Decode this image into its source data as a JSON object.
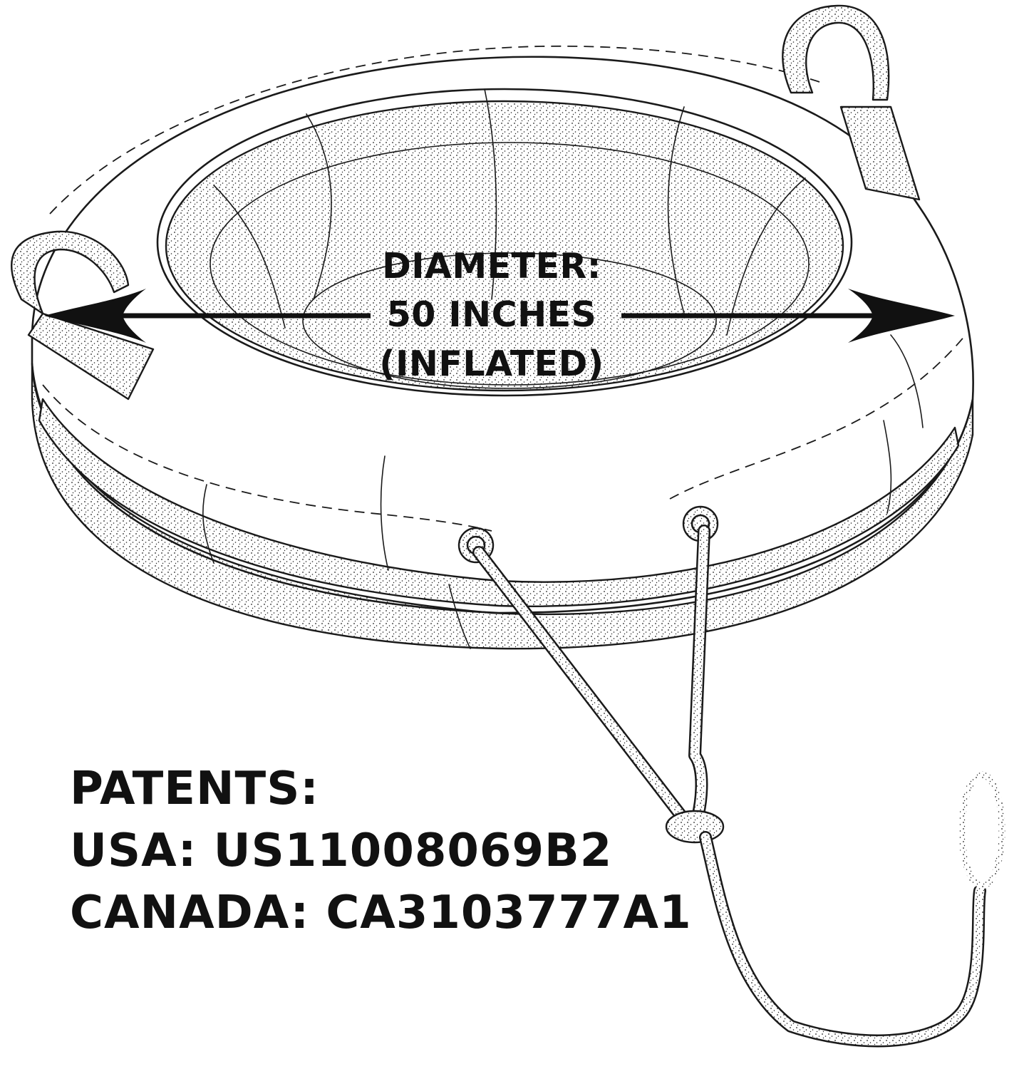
{
  "dimension_label": {
    "line1": "DIAMETER:",
    "line2": "50 INCHES",
    "line3": "(INFLATED)"
  },
  "patents": {
    "heading": "PATENTS:",
    "usa": "USA: US11008069B2",
    "canada": "CANADA: CA3103777A1"
  },
  "colors": {
    "ink": "#1a1a1a",
    "background": "#ffffff"
  }
}
